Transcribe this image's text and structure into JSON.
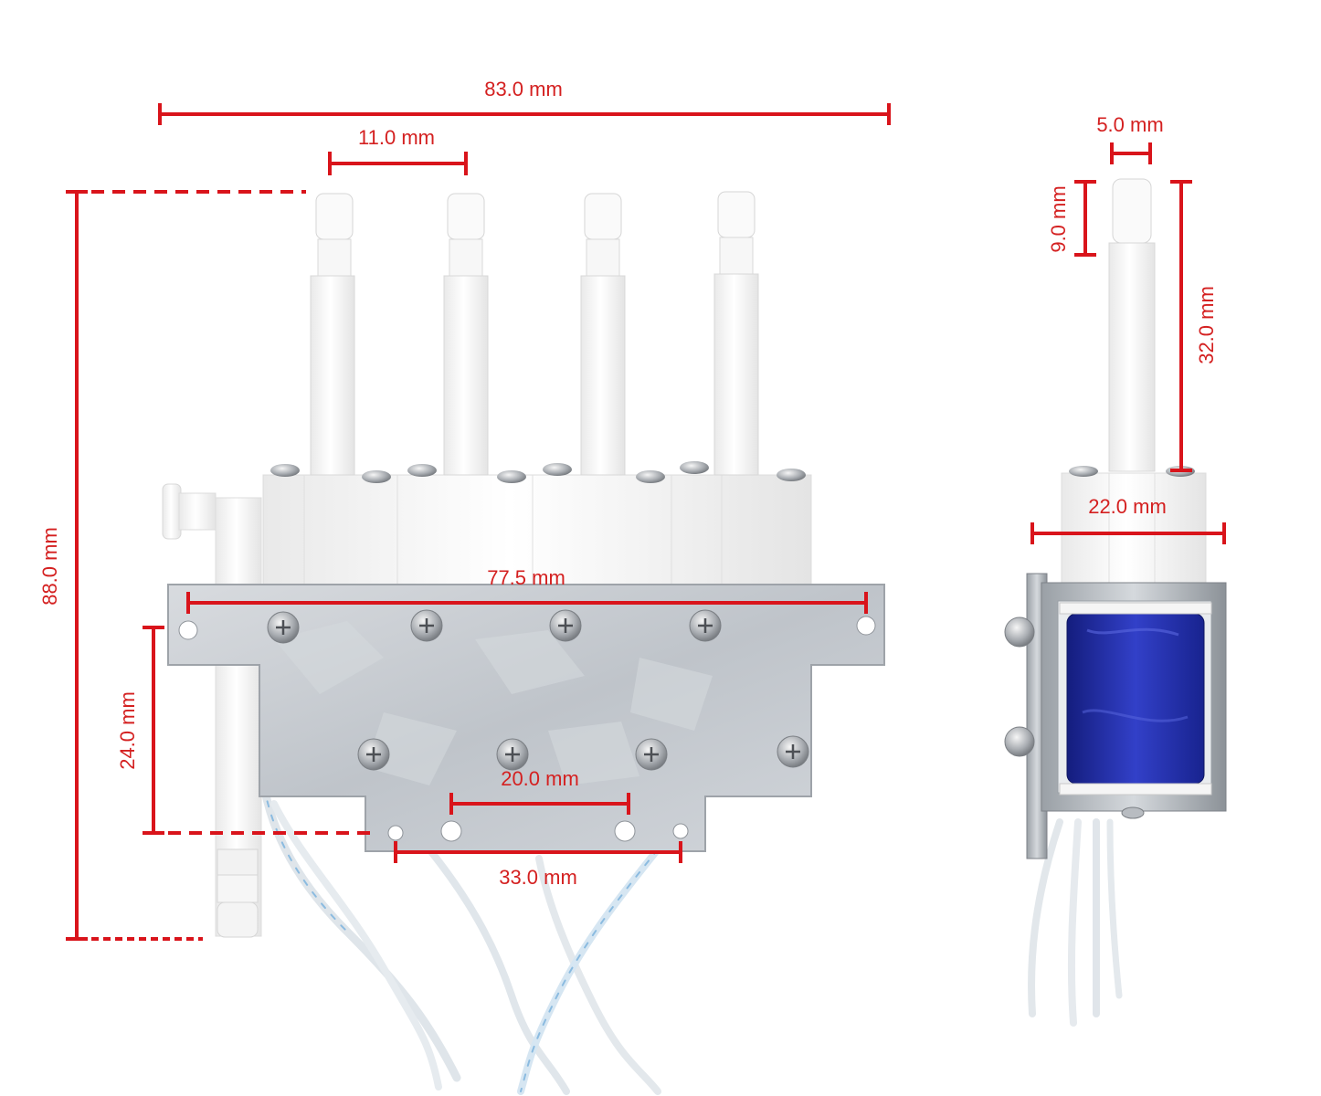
{
  "colors": {
    "dimension": "#d9141b",
    "plastic": "#f4f4f4",
    "metal_plate": "#c9cdd2",
    "coil": "#1e2aa8",
    "wire": "#e2e8ee",
    "wire_stripe": "#7fb3d8"
  },
  "front_view": {
    "dim_overall_width": "83.0 mm",
    "dim_pitch": "11.0 mm",
    "dim_overall_height": "88.0 mm",
    "dim_plate_hole_span": "77.5 mm",
    "dim_plate_height": "24.0 mm",
    "dim_bottom_hole_pitch": "20.0 mm",
    "dim_bottom_hole_span": "33.0 mm"
  },
  "side_view": {
    "dim_nozzle_width": "5.0 mm",
    "dim_nozzle_tip": "9.0 mm",
    "dim_nozzle_length": "32.0 mm",
    "dim_body_width": "22.0 mm"
  }
}
